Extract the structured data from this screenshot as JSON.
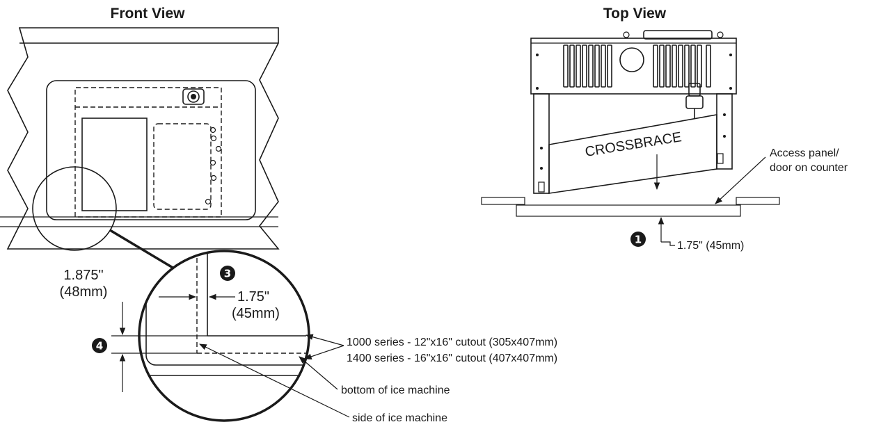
{
  "front_view": {
    "title": "Front View",
    "dim_side": "1.875\"",
    "dim_side_mm": "(48mm)",
    "dim_inner": "1.75\"",
    "dim_inner_mm": "(45mm)",
    "marker_3": "3",
    "marker_4": "4",
    "callout_1000": "1000 series - 12\"x16\" cutout (305x407mm)",
    "callout_1400": "1400 series - 16\"x16\" cutout (407x407mm)",
    "callout_bottom": "bottom of ice machine",
    "callout_side": "side of ice machine"
  },
  "top_view": {
    "title": "Top View",
    "crossbrace": "CROSSBRACE",
    "access_line1": "Access panel/",
    "access_line2": "door on counter",
    "marker_1": "1",
    "dim": "1.75\" (45mm)"
  },
  "colors": {
    "ink": "#1a1a1a",
    "background": "#ffffff"
  }
}
